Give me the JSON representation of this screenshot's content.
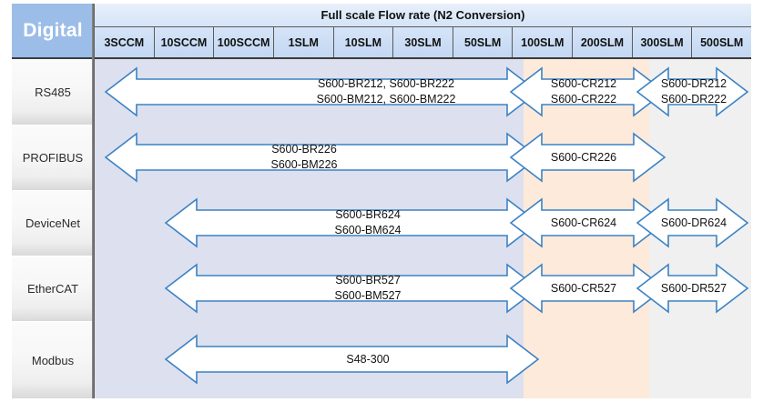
{
  "header": {
    "corner_label": "Digital",
    "title": "Full scale Flow rate   (N2 Conversion)",
    "columns": [
      "3SCCM",
      "10SCCM",
      "100SCCM",
      "1SLM",
      "10SLM",
      "30SLM",
      "50SLM",
      "100SLM",
      "200SLM",
      "300SLM",
      "500SLM"
    ]
  },
  "colors": {
    "corner_fill": "#9BBDE8",
    "header_fill": "#C3D7F3",
    "zone_low_fill": "#DDE0EE",
    "zone_mid_fill": "#FDEADA",
    "zone_high_fill": "#F0F0F0",
    "arrow_stroke": "#3C82C4",
    "arrow_fill": "#FFFFFF"
  },
  "rows": [
    {
      "label": "RS485",
      "bars": [
        {
          "id": "rs485-low",
          "text": [
            "S600-BR212,  S600-BR222",
            "S600-BM212, S600-BM222"
          ],
          "head_left": true,
          "head_right": true
        },
        {
          "id": "rs485-mid",
          "text": [
            "S600-CR212",
            "S600-CR222"
          ],
          "head_left": true,
          "head_right": true
        },
        {
          "id": "rs485-high",
          "text": [
            "S600-DR212",
            "S600-DR222"
          ],
          "head_left": true,
          "head_right": true
        }
      ]
    },
    {
      "label": "PROFIBUS",
      "bars": [
        {
          "id": "profibus-low",
          "text": [
            "S600-BR226",
            "S600-BM226"
          ],
          "head_left": true,
          "head_right": true
        },
        {
          "id": "profibus-mid",
          "text": [
            "S600-CR226"
          ],
          "head_left": true,
          "head_right": true
        }
      ]
    },
    {
      "label": "DeviceNet",
      "bars": [
        {
          "id": "devicenet-low",
          "text": [
            "S600-BR624",
            "S600-BM624"
          ],
          "head_left": true,
          "head_right": true
        },
        {
          "id": "devicenet-mid",
          "text": [
            "S600-CR624"
          ],
          "head_left": true,
          "head_right": true
        },
        {
          "id": "devicenet-high",
          "text": [
            "S600-DR624"
          ],
          "head_left": true,
          "head_right": true
        }
      ]
    },
    {
      "label": "EtherCAT",
      "bars": [
        {
          "id": "ethercat-low",
          "text": [
            "S600-BR527",
            "S600-BM527"
          ],
          "head_left": true,
          "head_right": true
        },
        {
          "id": "ethercat-mid",
          "text": [
            "S600-CR527"
          ],
          "head_left": true,
          "head_right": true
        },
        {
          "id": "ethercat-high",
          "text": [
            "S600-DR527"
          ],
          "head_left": true,
          "head_right": true
        }
      ]
    },
    {
      "label": "Modbus",
      "bars": [
        {
          "id": "modbus-low",
          "text": [
            "S48-300"
          ],
          "head_left": true,
          "head_right": true
        }
      ]
    }
  ]
}
